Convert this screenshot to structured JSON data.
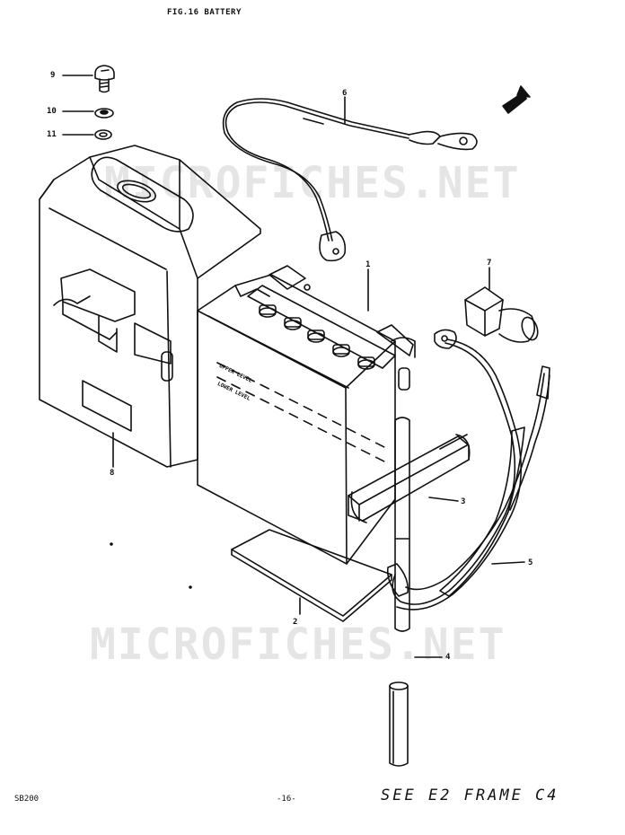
{
  "figure": {
    "title": "FIG.16  BATTERY"
  },
  "watermark": {
    "text": "MICROFICHES.NET"
  },
  "callouts": [
    {
      "id": "9",
      "label": "9"
    },
    {
      "id": "10",
      "label": "10"
    },
    {
      "id": "11",
      "label": "11"
    },
    {
      "id": "6",
      "label": "6"
    },
    {
      "id": "7",
      "label": "7"
    },
    {
      "id": "1",
      "label": "1"
    },
    {
      "id": "8",
      "label": "8"
    },
    {
      "id": "3",
      "label": "3"
    },
    {
      "id": "5",
      "label": "5"
    },
    {
      "id": "2",
      "label": "2"
    },
    {
      "id": "4",
      "label": "4"
    }
  ],
  "battery_labels": {
    "upper": "UPPER LEVEL",
    "lower": "LOWER LEVEL"
  },
  "footer": {
    "model": "SB200",
    "page": "-16-",
    "note": "SEE  E2  FRAME  C4"
  },
  "colors": {
    "ink": "#111111",
    "paper": "#ffffff"
  }
}
